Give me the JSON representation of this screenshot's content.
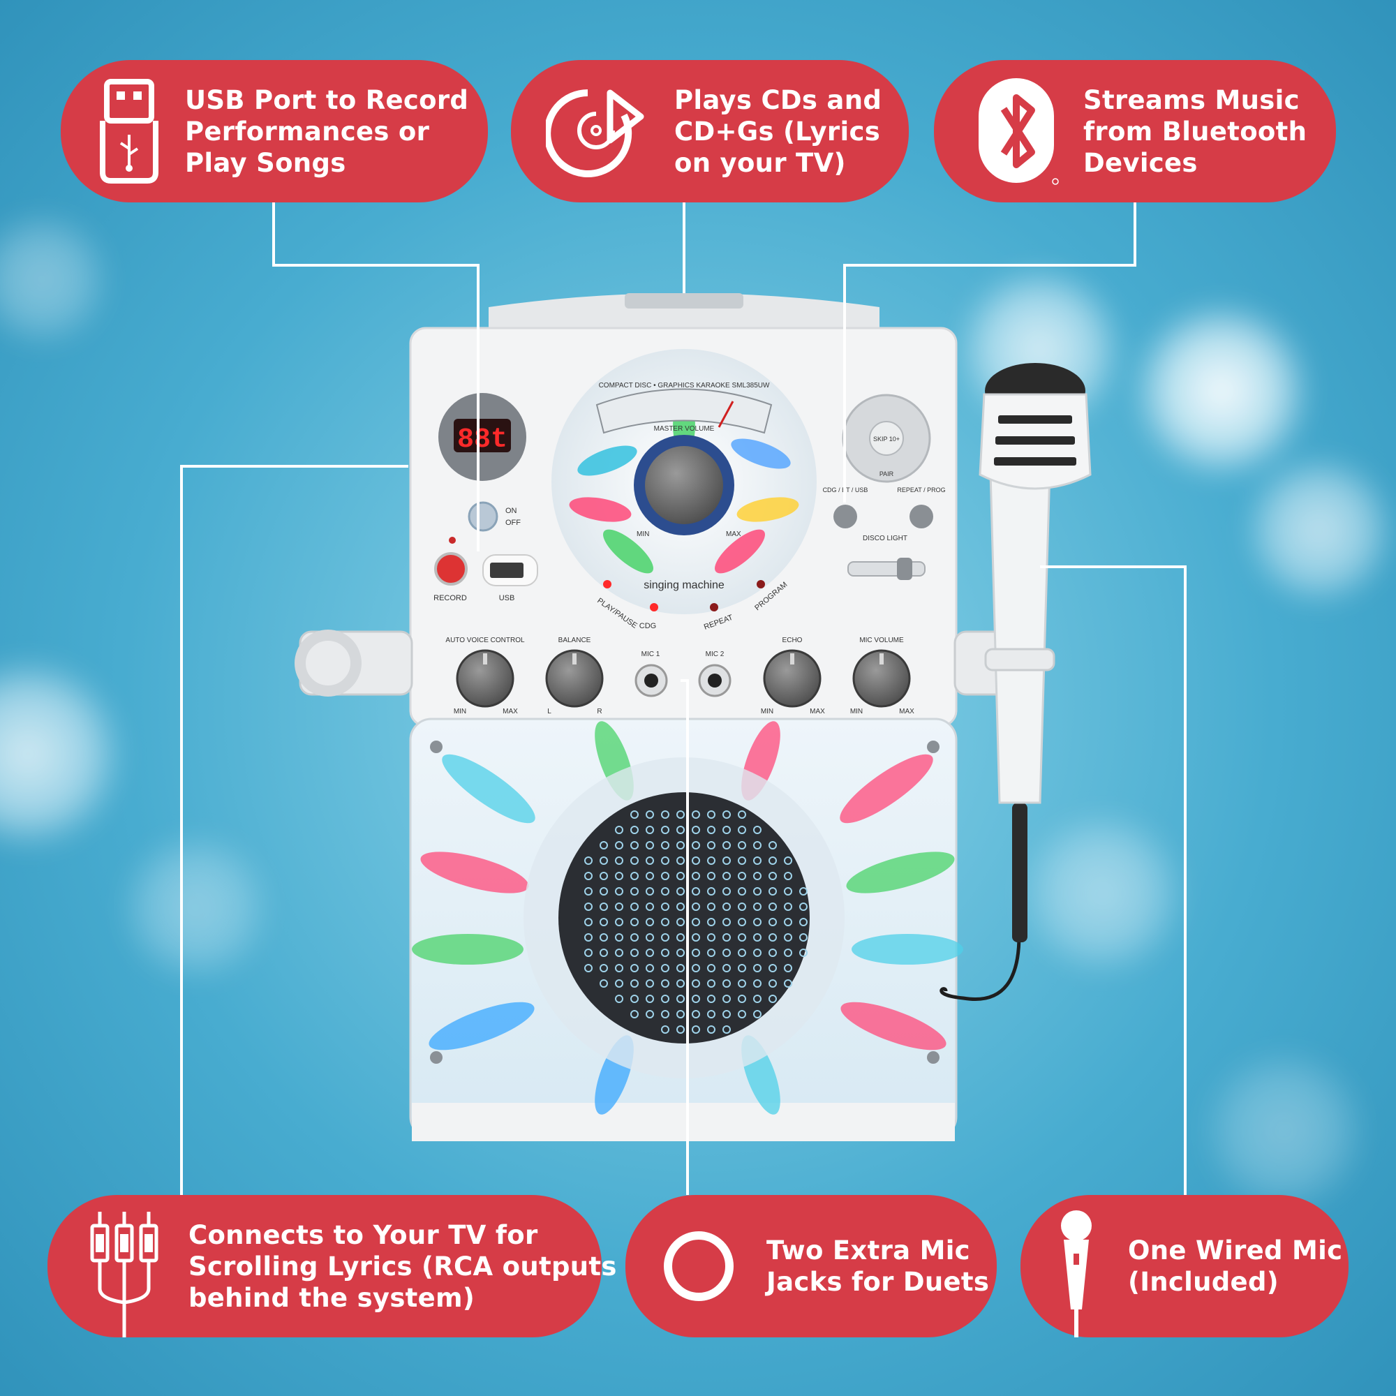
{
  "colors": {
    "pill": "#d63c47",
    "background": "#3aa3c6",
    "device": "#f2f3f4"
  },
  "features": [
    {
      "id": "usb",
      "icon": "usb-drive-icon",
      "lines": [
        "USB Port to Record",
        "Performances or",
        "Play Songs"
      ]
    },
    {
      "id": "cd",
      "icon": "cd-play-icon",
      "lines": [
        "Plays CDs and",
        "CD+Gs (Lyrics",
        "on your TV)"
      ]
    },
    {
      "id": "bluetooth",
      "icon": "bluetooth-icon",
      "lines": [
        "Streams Music",
        "from Bluetooth",
        "Devices"
      ]
    },
    {
      "id": "tv",
      "icon": "rca-cable-icon",
      "lines": [
        "Connects to Your TV for",
        "Scrolling Lyrics (RCA outputs",
        "behind the system)"
      ]
    },
    {
      "id": "jacks",
      "icon": "circle-jack-icon",
      "lines": [
        "Two Extra Mic",
        "Jacks for Duets"
      ]
    },
    {
      "id": "mic",
      "icon": "microphone-icon",
      "lines": [
        "One Wired Mic",
        "(Included)"
      ]
    }
  ],
  "device": {
    "display": "88t",
    "vu_title": "COMPACT DISC • GRAPHICS KARAOKE  SML385UW",
    "master_volume": "MASTER VOLUME",
    "brand": "singing machine",
    "on": "ON",
    "off": "OFF",
    "record": "RECORD",
    "usb": "USB",
    "play_pause": "PLAY/PAUSE",
    "cdg": "CDG",
    "repeat": "REPEAT",
    "program": "PROGRAM",
    "cdg_bt_usb": "CDG / BT / USB",
    "repeat_prog": "REPEAT / PROG",
    "disco_light": "DISCO LIGHT",
    "skip": "SKIP 10+",
    "pair": "PAIR",
    "min": "MIN",
    "max": "MAX",
    "knobs": [
      {
        "label": "AUTO VOICE CONTROL",
        "left": "MIN",
        "right": "MAX"
      },
      {
        "label": "BALANCE",
        "left": "L",
        "right": "R"
      },
      {
        "label": "ECHO",
        "left": "MIN",
        "right": "MAX"
      },
      {
        "label": "MIC VOLUME",
        "left": "MIN",
        "right": "MAX"
      }
    ],
    "mic1": "MIC 1",
    "mic2": "MIC 2"
  }
}
